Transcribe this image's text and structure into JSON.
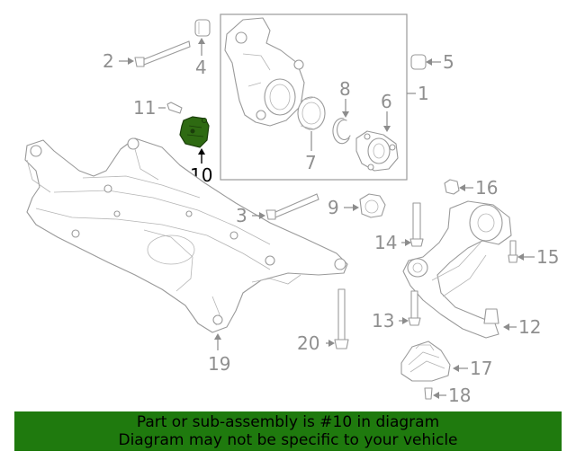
{
  "callouts": {
    "c1": "1",
    "c2": "2",
    "c3": "3",
    "c4": "4",
    "c5": "5",
    "c6": "6",
    "c7": "7",
    "c8": "8",
    "c9": "9",
    "c10": "10",
    "c11": "11",
    "c12": "12",
    "c13": "13",
    "c14": "14",
    "c15": "15",
    "c16": "16",
    "c17": "17",
    "c18": "18",
    "c19": "19",
    "c20": "20"
  },
  "highlight": {
    "part": "10",
    "color": "#2e6a12"
  },
  "banner": {
    "line1": "Part or sub-assembly is #10 in diagram",
    "line2": "Diagram may not be specific to your vehicle",
    "background": "#1f7a0e"
  }
}
